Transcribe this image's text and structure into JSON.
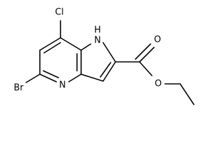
{
  "molecule": {
    "atom_labels": {
      "cl": "Cl",
      "nh": "H",
      "nh_n": "N",
      "br": "Br",
      "n_ring": "N",
      "o_carbonyl": "O",
      "o_ester": "O"
    }
  },
  "colors": {
    "bond": "#000000",
    "text": "#000000",
    "background": "#ffffff"
  }
}
